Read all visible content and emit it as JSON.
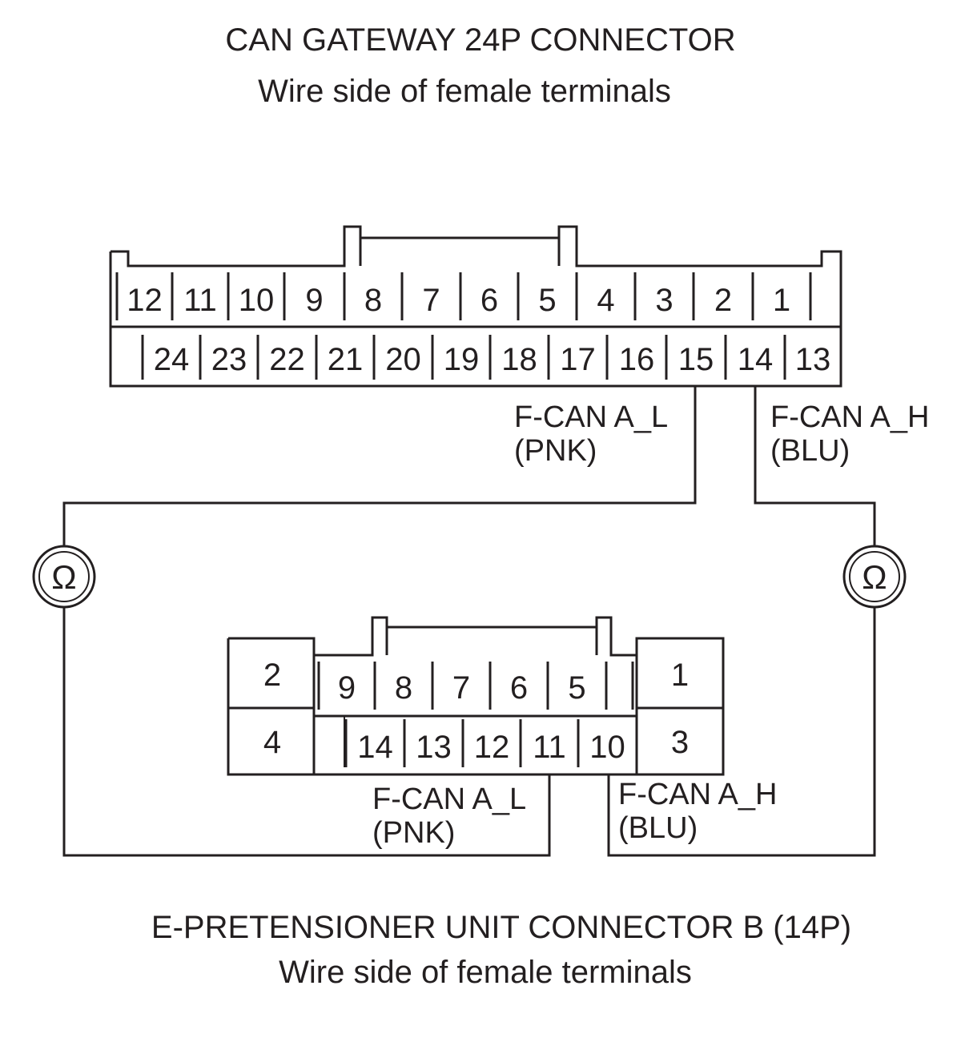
{
  "top_connector": {
    "title": "CAN GATEWAY 24P CONNECTOR",
    "subtitle": "Wire side of female terminals",
    "row1_pins": [
      "12",
      "11",
      "10",
      "9",
      "8",
      "7",
      "6",
      "5",
      "4",
      "3",
      "2",
      "1"
    ],
    "row2_pins": [
      "24",
      "23",
      "22",
      "21",
      "20",
      "19",
      "18",
      "17",
      "16",
      "15",
      "14",
      "13"
    ]
  },
  "bottom_connector": {
    "title": "E-PRETENSIONER UNIT CONNECTOR B (14P)",
    "subtitle": "Wire side of female terminals",
    "left_block": [
      "2",
      "4"
    ],
    "right_block": [
      "1",
      "3"
    ],
    "row1_pins": [
      "9",
      "8",
      "7",
      "6",
      "5"
    ],
    "row2_pins": [
      "14",
      "13",
      "12",
      "11",
      "10"
    ]
  },
  "wires": {
    "low": {
      "name": "F-CAN A_L",
      "color": "(PNK)"
    },
    "high": {
      "name": "F-CAN A_H",
      "color": "(BLU)"
    }
  },
  "meter_symbol": "Ω"
}
